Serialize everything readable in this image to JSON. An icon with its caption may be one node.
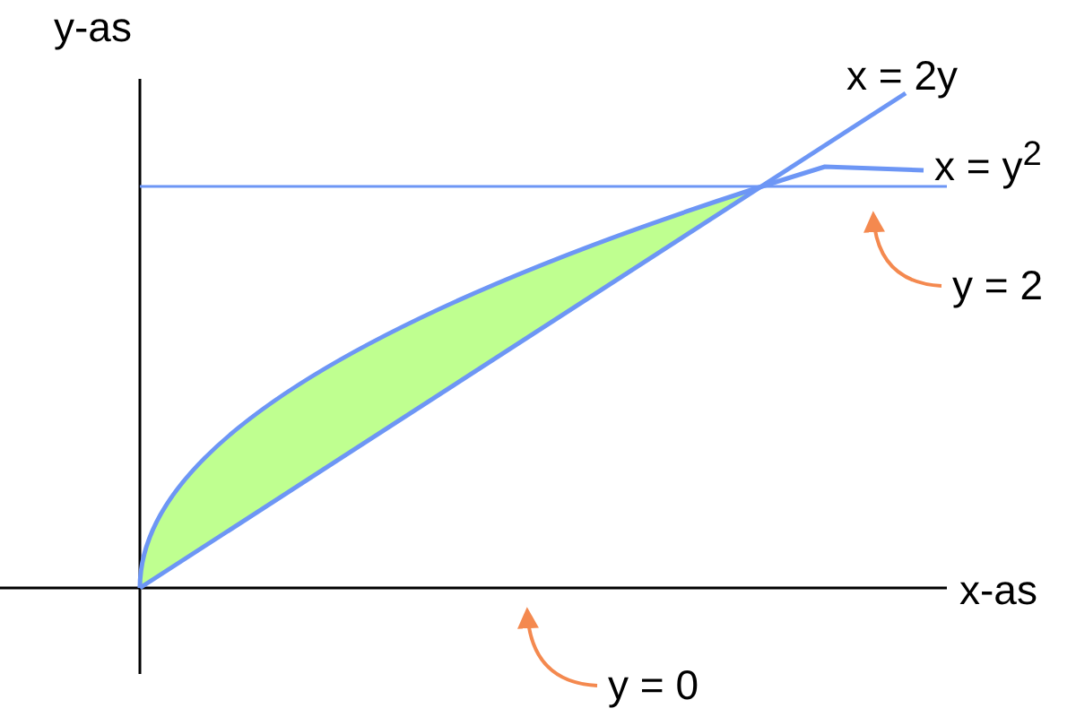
{
  "diagram": {
    "nodes": [
      {
        "text": [
          "y = 2"
        ]
      },
      {
        "text": [
          "y = 0"
        ]
      }
    ],
    "edges": [
      {
        "from": 0,
        "to": null,
        "arrow": "to",
        "color": "#f4894f"
      },
      {
        "from": 1,
        "to": null,
        "arrow": "to",
        "color": "#f4894f"
      }
    ],
    "labels": [
      "y-as",
      "x = 2y",
      "x = y$^{2}$",
      "x-as"
    ]
  }
}
